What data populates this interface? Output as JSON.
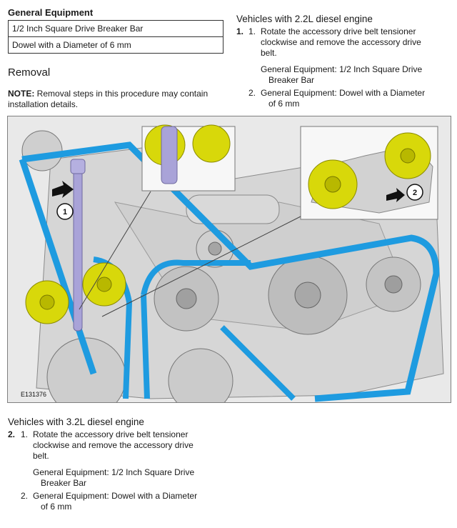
{
  "equipment": {
    "title": "General Equipment",
    "rows": [
      "1/2 Inch Square Drive Breaker Bar",
      "Dowel with a Diameter of 6 mm"
    ]
  },
  "removal": {
    "heading": "Removal",
    "note_label": "NOTE:",
    "note_text": " Removal steps in this procedure may contain installation details."
  },
  "section_22": {
    "title": "Vehicles with 2.2L diesel engine",
    "step": "1.",
    "sub1_num": "1.",
    "sub1_lines": [
      "Rotate the accessory drive belt tensioner",
      "clockwise and remove the accessory drive",
      "belt."
    ],
    "equip1_lines": [
      "General Equipment: 1/2 Inch Square Drive",
      "Breaker Bar"
    ],
    "sub2_num": "2.",
    "sub2_lines": [
      "General Equipment: Dowel with a Diameter",
      "of 6 mm"
    ]
  },
  "figure": {
    "id": "E131376",
    "callout1": "1",
    "callout2": "2"
  },
  "section_32": {
    "title": "Vehicles with 3.2L diesel engine",
    "step": "2.",
    "sub1_num": "1.",
    "sub1_lines": [
      "Rotate the accessory drive belt tensioner",
      "clockwise and remove the accessory drive",
      "belt."
    ],
    "equip1_lines": [
      "General Equipment: 1/2 Inch Square Drive",
      "Breaker Bar"
    ],
    "sub2_num": "2.",
    "sub2_lines": [
      "General Equipment: Dowel with a Diameter",
      "of 6 mm"
    ]
  },
  "colors": {
    "belt": "#1e9be0",
    "pulley_yellow": "#d8d80a",
    "tool_purple": "#a9a3d8",
    "engine_gray": "#c9c9c9"
  }
}
